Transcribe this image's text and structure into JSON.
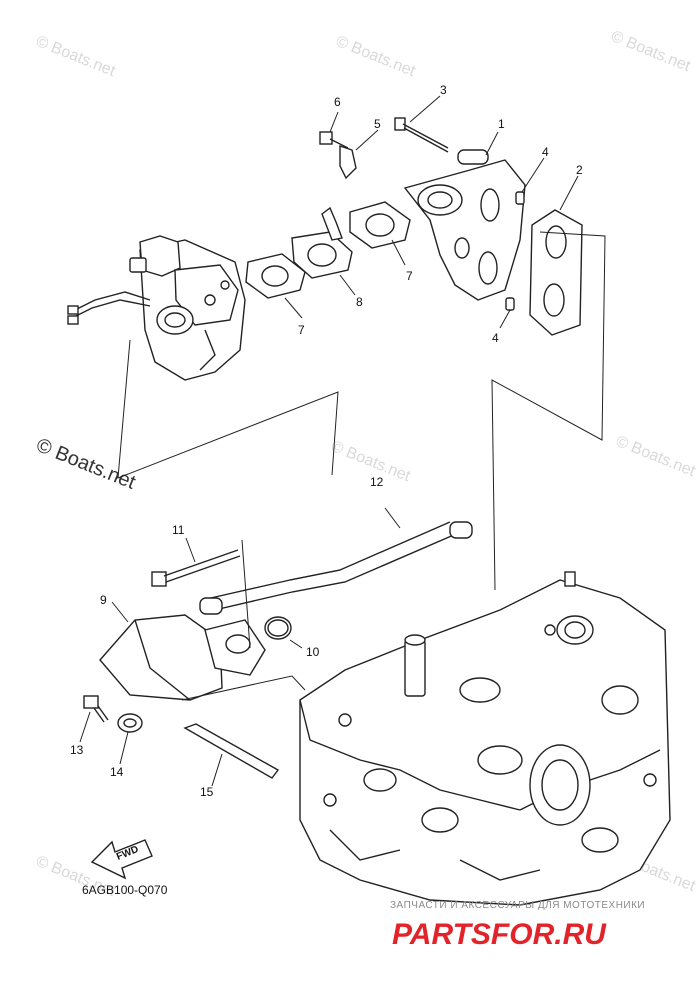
{
  "diagram": {
    "code": "6AGB100-Q070",
    "fwd_label": "FWD",
    "callouts": [
      {
        "id": "1",
        "label": "1"
      },
      {
        "id": "2",
        "label": "2"
      },
      {
        "id": "3",
        "label": "3"
      },
      {
        "id": "4a",
        "label": "4"
      },
      {
        "id": "4b",
        "label": "4"
      },
      {
        "id": "5",
        "label": "5"
      },
      {
        "id": "6",
        "label": "6"
      },
      {
        "id": "7a",
        "label": "7"
      },
      {
        "id": "7b",
        "label": "7"
      },
      {
        "id": "8",
        "label": "8"
      },
      {
        "id": "9",
        "label": "9"
      },
      {
        "id": "10",
        "label": "10"
      },
      {
        "id": "11",
        "label": "11"
      },
      {
        "id": "12",
        "label": "12"
      },
      {
        "id": "13",
        "label": "13"
      },
      {
        "id": "14",
        "label": "14"
      },
      {
        "id": "15",
        "label": "15"
      }
    ]
  },
  "watermarks": {
    "faint": "© Boats.net",
    "strong": "© Boats.net"
  },
  "shop": {
    "tagline": "ЗАПЧАСТИ И АКСЕССУАРЫ ДЛЯ МОТОТЕХНИКИ",
    "logo": "PARTSFOR.RU"
  }
}
